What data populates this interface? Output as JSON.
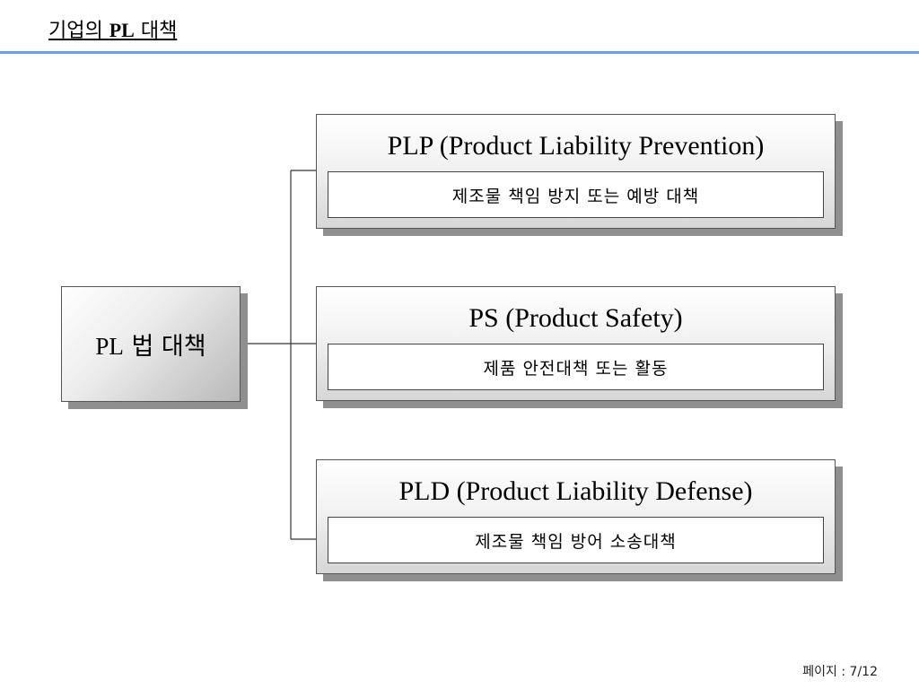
{
  "header": {
    "title_prefix": "기업의 ",
    "title_pl": "PL",
    "title_suffix": " 대책"
  },
  "main_node": {
    "label_en": "PL",
    "label_ko": " 법 대책"
  },
  "categories": [
    {
      "title": "PLP (Product Liability Prevention)",
      "description": "제조물 책임 방지 또는 예방 대책"
    },
    {
      "title": "PS (Product Safety)",
      "description": "제품 안전대책 또는 활동"
    },
    {
      "title": "PLD (Product Liability Defense)",
      "description": "제조물 책임 방어 소송대책"
    }
  ],
  "footer": {
    "page_label": "페이지 : 7/12"
  },
  "colors": {
    "rule": "#6a9fe8",
    "shadow": "#8f8f8f"
  }
}
